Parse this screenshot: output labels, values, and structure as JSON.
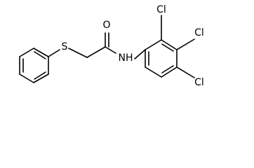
{
  "diagram": {
    "type": "chemical-structure",
    "atoms": {
      "sulfur": "S",
      "oxygen": "O",
      "nitrogen_hydrogen": "NH",
      "chlorine_2": "Cl",
      "chlorine_4": "Cl",
      "chlorine_5": "Cl"
    }
  }
}
